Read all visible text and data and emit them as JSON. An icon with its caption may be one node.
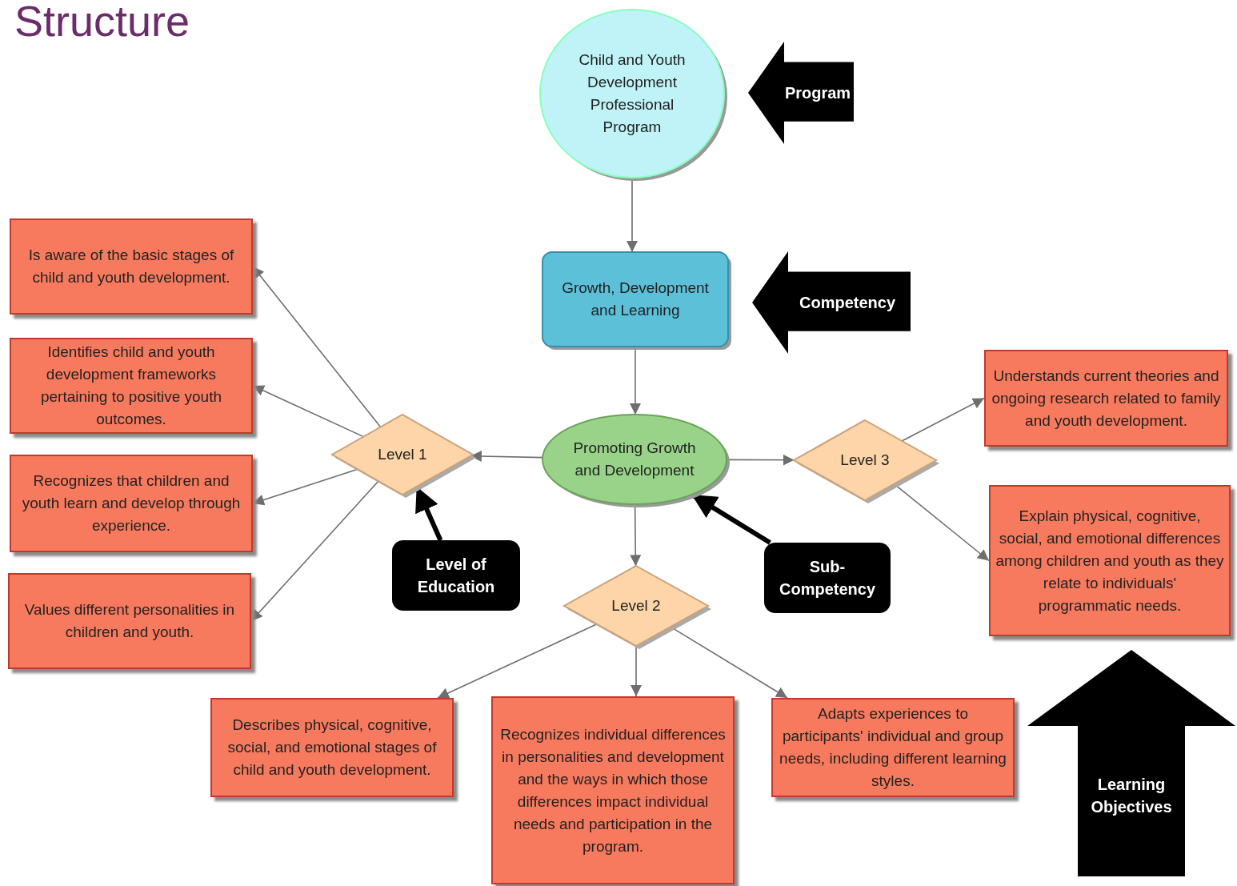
{
  "diagram": {
    "title": "Structure",
    "nodes": [
      {
        "text": [
          "Child and Youth Development Professional Program"
        ]
      },
      {
        "text": [
          "Program"
        ]
      },
      {
        "text": [
          "Growth, Development and Learning"
        ]
      },
      {
        "text": [
          "Competency"
        ]
      },
      {
        "text": [
          "Promoting Growth and Development"
        ]
      },
      {
        "text": [
          "Level 1"
        ]
      },
      {
        "text": [
          "Level 3"
        ]
      },
      {
        "text": [
          "Level 2"
        ]
      },
      {
        "text": [
          "Level of Education"
        ]
      },
      {
        "text": [
          "Sub-Competency"
        ]
      },
      {
        "text": [
          "Learning Objectives"
        ]
      },
      {
        "text": [
          "Is aware of the basic stages of child and youth development."
        ]
      },
      {
        "text": [
          "Identifies child and youth development frameworks pertaining to positive youth outcomes."
        ]
      },
      {
        "text": [
          "Recognizes that children and youth learn and develop through experience."
        ]
      },
      {
        "text": [
          "Values different personalities in children and youth."
        ]
      },
      {
        "text": [
          "Understands current theories and ongoing research related to family and youth development."
        ]
      },
      {
        "text": [
          "Explain physical, cognitive, social, and emotional differences among children and youth as they relate to individuals' programmatic needs."
        ]
      },
      {
        "text": [
          "Describes physical, cognitive, social, and emotional stages of child and youth development."
        ]
      },
      {
        "text": [
          "Recognizes individual differences in personalities and development and the ways in which those differences impact individual needs and participation in the program."
        ]
      },
      {
        "text": [
          "Adapts experiences to participants' individual and group needs, including different learning styles."
        ]
      }
    ],
    "edges": [
      {
        "from": 0,
        "to": 2,
        "arrow": "to"
      },
      {
        "from": 2,
        "to": 4,
        "arrow": "to"
      },
      {
        "from": 4,
        "to": 5,
        "arrow": "to"
      },
      {
        "from": 4,
        "to": 6,
        "arrow": "to"
      },
      {
        "from": 4,
        "to": 7,
        "arrow": "to"
      },
      {
        "from": 5,
        "to": 11,
        "arrow": "to"
      },
      {
        "from": 5,
        "to": 12,
        "arrow": "to"
      },
      {
        "from": 5,
        "to": 13,
        "arrow": "to"
      },
      {
        "from": 5,
        "to": 14,
        "arrow": "to"
      },
      {
        "from": 6,
        "to": 15,
        "arrow": "to"
      },
      {
        "from": 6,
        "to": 16,
        "arrow": "to"
      },
      {
        "from": 7,
        "to": 17,
        "arrow": "to"
      },
      {
        "from": 7,
        "to": 18,
        "arrow": "to"
      },
      {
        "from": 7,
        "to": 19,
        "arrow": "to"
      },
      {
        "from": 8,
        "to": 5,
        "arrow": "to",
        "style": "thick",
        "color": "#000000"
      },
      {
        "from": 9,
        "to": 4,
        "arrow": "to",
        "style": "thick",
        "color": "#000000"
      }
    ]
  }
}
